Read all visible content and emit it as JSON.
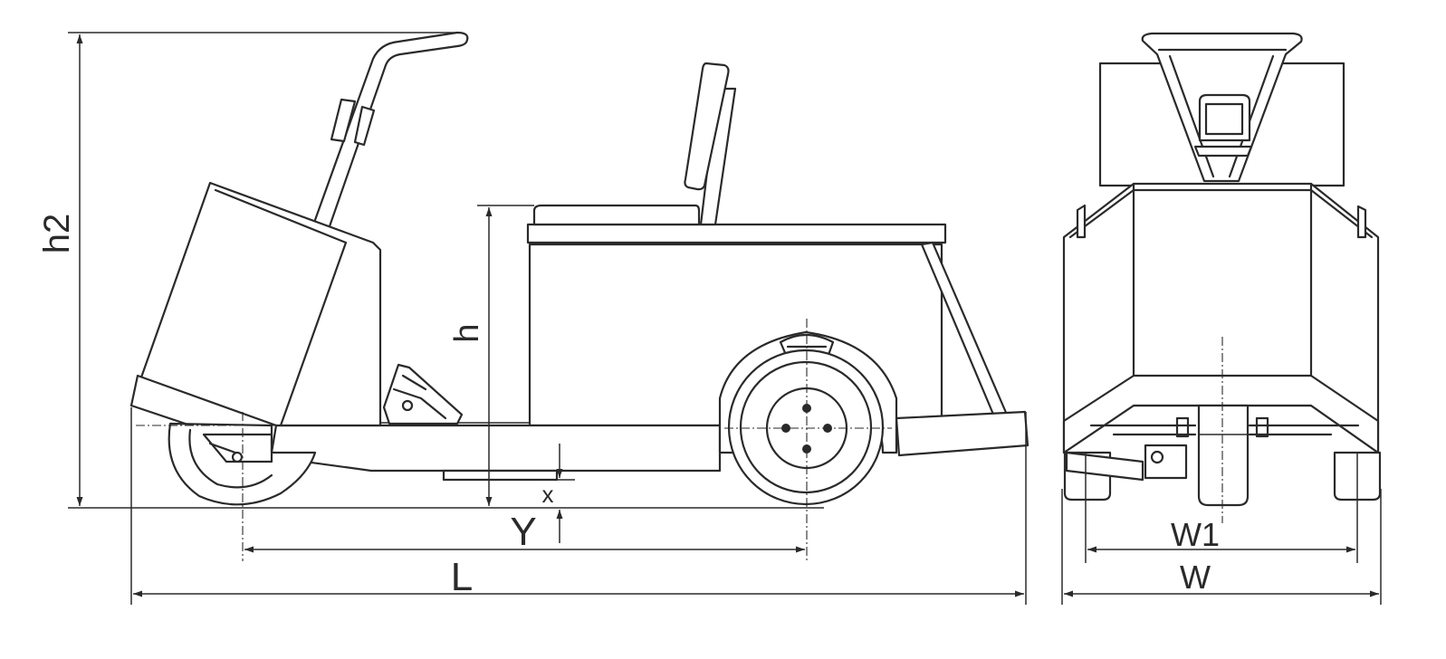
{
  "labels": {
    "h2": "h2",
    "h": "h",
    "x": "x",
    "Y": "Y",
    "L": "L",
    "W1": "W1",
    "W": "W"
  },
  "colors": {
    "line": "#2a2a2a",
    "background": "#ffffff"
  }
}
